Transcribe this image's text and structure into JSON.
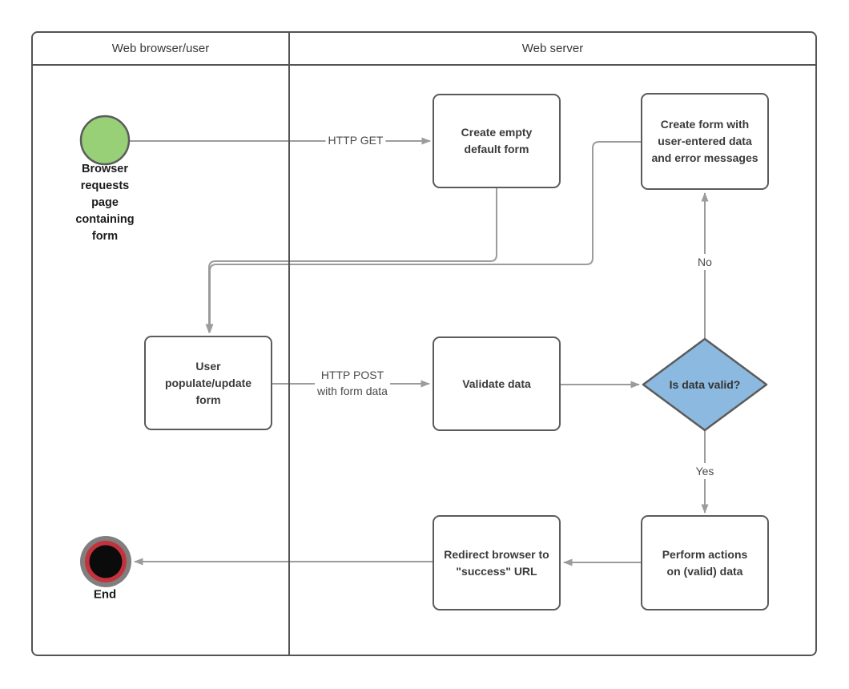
{
  "lanes": {
    "browser": "Web browser/user",
    "server": "Web server"
  },
  "nodes": {
    "start_caption": "Browser requests page containing form",
    "create_empty_form": "Create empty default form",
    "create_error_form": "Create form with user-entered data and error messages",
    "user_populate_form": "User populate/update form",
    "validate_data": "Validate data",
    "decision": "Is data valid?",
    "perform_actions": "Perform actions on (valid) data",
    "redirect_browser": "Redirect browser to \"success\" URL",
    "end_caption": "End"
  },
  "edges": {
    "http_get": "HTTP GET",
    "http_post_line1": "HTTP POST",
    "http_post_line2": "with form data",
    "decision_no": "No",
    "decision_yes": "Yes"
  },
  "colors": {
    "start_fill": "#97D077",
    "decision_fill": "#8CB9DF",
    "end_outer_ring": "#7F7F7F",
    "end_red_ring": "#C4333D",
    "end_core": "#0B0B0B",
    "connector": "#9C9C9C",
    "shape_border": "#5B5B5B",
    "frame_border": "#545454"
  }
}
